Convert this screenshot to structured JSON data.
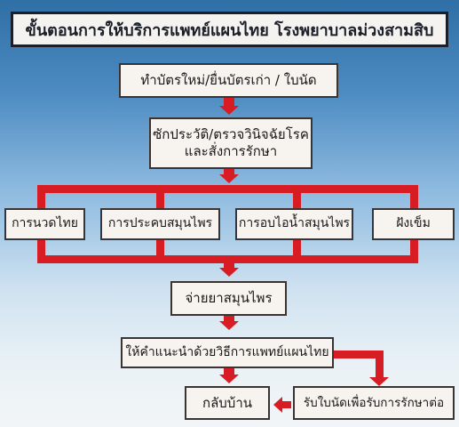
{
  "title": "ขั้นตอนการให้บริการแพทย์แผนไทย โรงพยาบาลม่วงสามสิบ",
  "steps": {
    "register": "ทำบัตรใหม่/ยื่นบัตรเก่า / ใบนัด",
    "diagnose_line1": "ซักประวัติ/ตรวจวินิจฉัยโรค",
    "diagnose_line2": "และสั่งการรักษา",
    "massage": "การนวดไทย",
    "herbal_compress": "การประคบสมุนไพร",
    "herbal_steam": "การอบไอน้ำสมุนไพร",
    "acupuncture": "ฝังเข็ม",
    "dispense": "จ่ายยาสมุนไพร",
    "advice": "ให้คำแนะนำด้วยวิธีการแพทย์แผนไทย",
    "go_home": "กลับบ้าน",
    "appointment": "รับใบนัดเพื่อรับการรักษาต่อ"
  },
  "colors": {
    "arrow": "#d71c24",
    "box_fill": "#f7f3ee",
    "border": "#3a3434"
  }
}
